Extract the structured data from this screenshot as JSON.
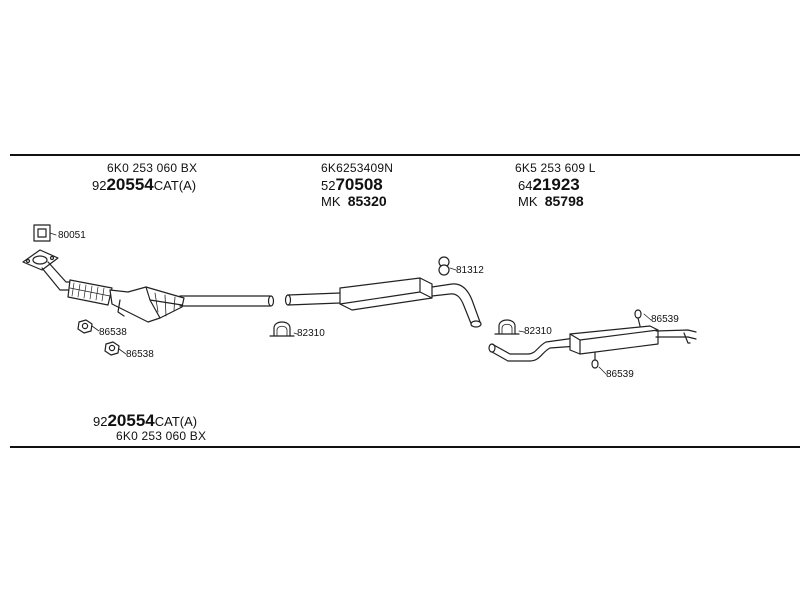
{
  "groups": [
    {
      "oe": "6K0 253 060 BX",
      "part_prefix": "92",
      "part_main": "20554",
      "part_suffix": "CAT(A)"
    },
    {
      "oe": "6K6253409N",
      "part_prefix": "52",
      "part_main": "70508",
      "part_suffix": "",
      "mk_prefix": "MK",
      "mk_number": "85320"
    },
    {
      "oe": "6K5 253 609 L",
      "part_prefix": "64",
      "part_main": "21923",
      "part_suffix": "",
      "mk_prefix": "MK",
      "mk_number": "85798"
    }
  ],
  "bottom": {
    "part_prefix": "92",
    "part_main": "20554",
    "part_suffix": "CAT(A)",
    "oe": "6K0 253 060 BX"
  },
  "callouts": {
    "gasket": "80051",
    "bolt_1": "86538",
    "bolt_2": "86538",
    "clamp_1": "82310",
    "hanger_mid": "81312",
    "clamp_2": "82310",
    "hanger_rear_top": "86539",
    "hanger_rear_bottom": "86539"
  }
}
